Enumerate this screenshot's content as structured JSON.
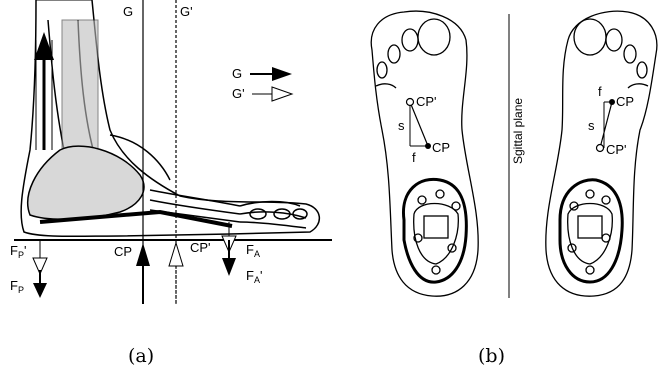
{
  "panel_a": {
    "gravity_line_label": "G",
    "gravity_line_prime_label": "G'",
    "legend_g": "G",
    "legend_g_prime": "G'",
    "force_posterior_prime_base": "F",
    "force_posterior_prime_sub": "P",
    "force_posterior_prime_mark": "'",
    "force_posterior_base": "F",
    "force_posterior_sub": "P",
    "cp_label": "CP",
    "cp_prime_label": "CP'",
    "force_anterior_base": "F",
    "force_anterior_sub": "A",
    "force_anterior_prime_base": "F",
    "force_anterior_prime_sub": "A",
    "force_anterior_prime_mark": "'",
    "caption": "(a)"
  },
  "panel_b": {
    "sagittal_plane_label": "Sgittal plane",
    "left_foot": {
      "cp_prime": "CP'",
      "cp": "CP",
      "s": "s",
      "f": "f"
    },
    "right_foot": {
      "f": "f",
      "cp": "CP",
      "s": "s",
      "cp_prime": "CP'"
    },
    "caption": "(b)"
  }
}
